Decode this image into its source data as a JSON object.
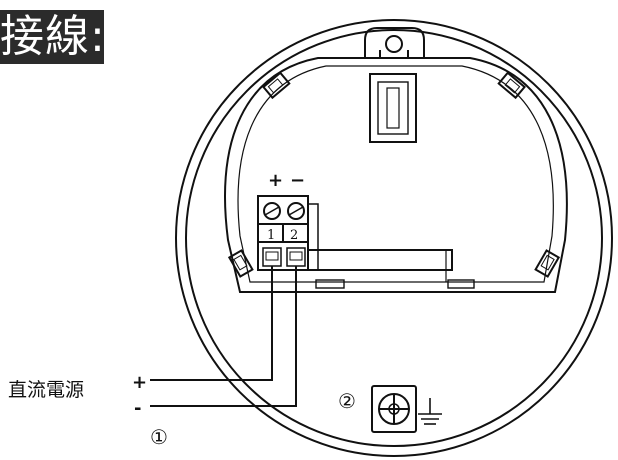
{
  "title": "接線:",
  "terminal_plus": "+",
  "terminal_minus": "−",
  "terminal_numbers": [
    "1",
    "2"
  ],
  "power_label": "直流電源",
  "wire_plus": "+",
  "wire_minus": "-",
  "marker_1": "①",
  "marker_2": "②",
  "colors": {
    "line": "#111111",
    "title_bg": "#2b2b2b",
    "title_text": "#ffffff"
  }
}
